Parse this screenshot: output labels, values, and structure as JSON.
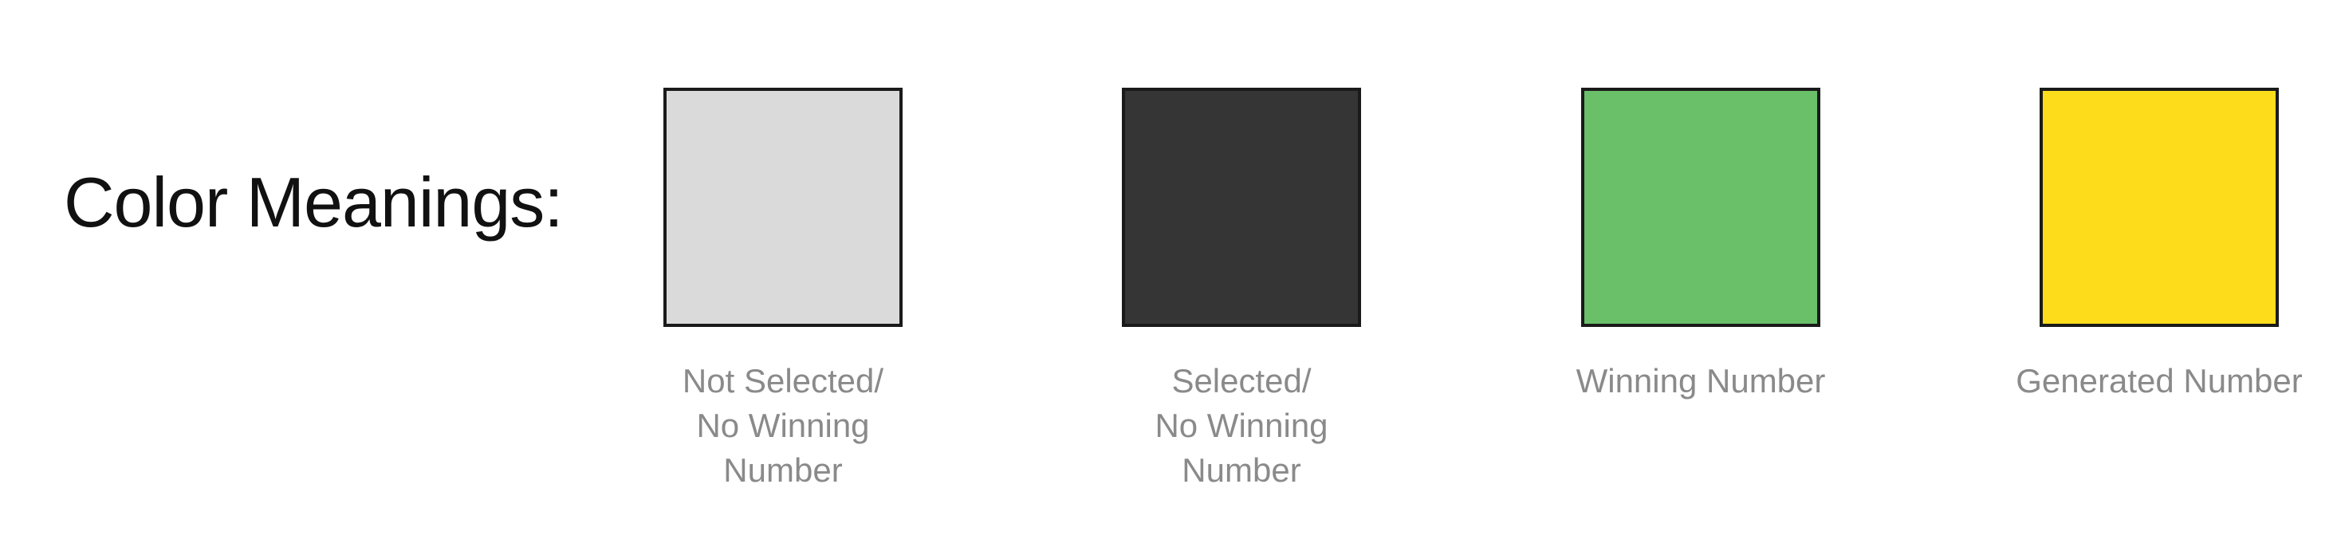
{
  "title": "Color Meanings:",
  "legend": [
    {
      "label": "Not Selected/\nNo Winning\nNumber",
      "color": "#d9dad9"
    },
    {
      "label": "Selected/\nNo Winning\nNumber",
      "color": "#353535"
    },
    {
      "label": "Winning  Number",
      "color": "#69c069"
    },
    {
      "label": "Generated  Number",
      "color": "#fddc1c"
    }
  ]
}
